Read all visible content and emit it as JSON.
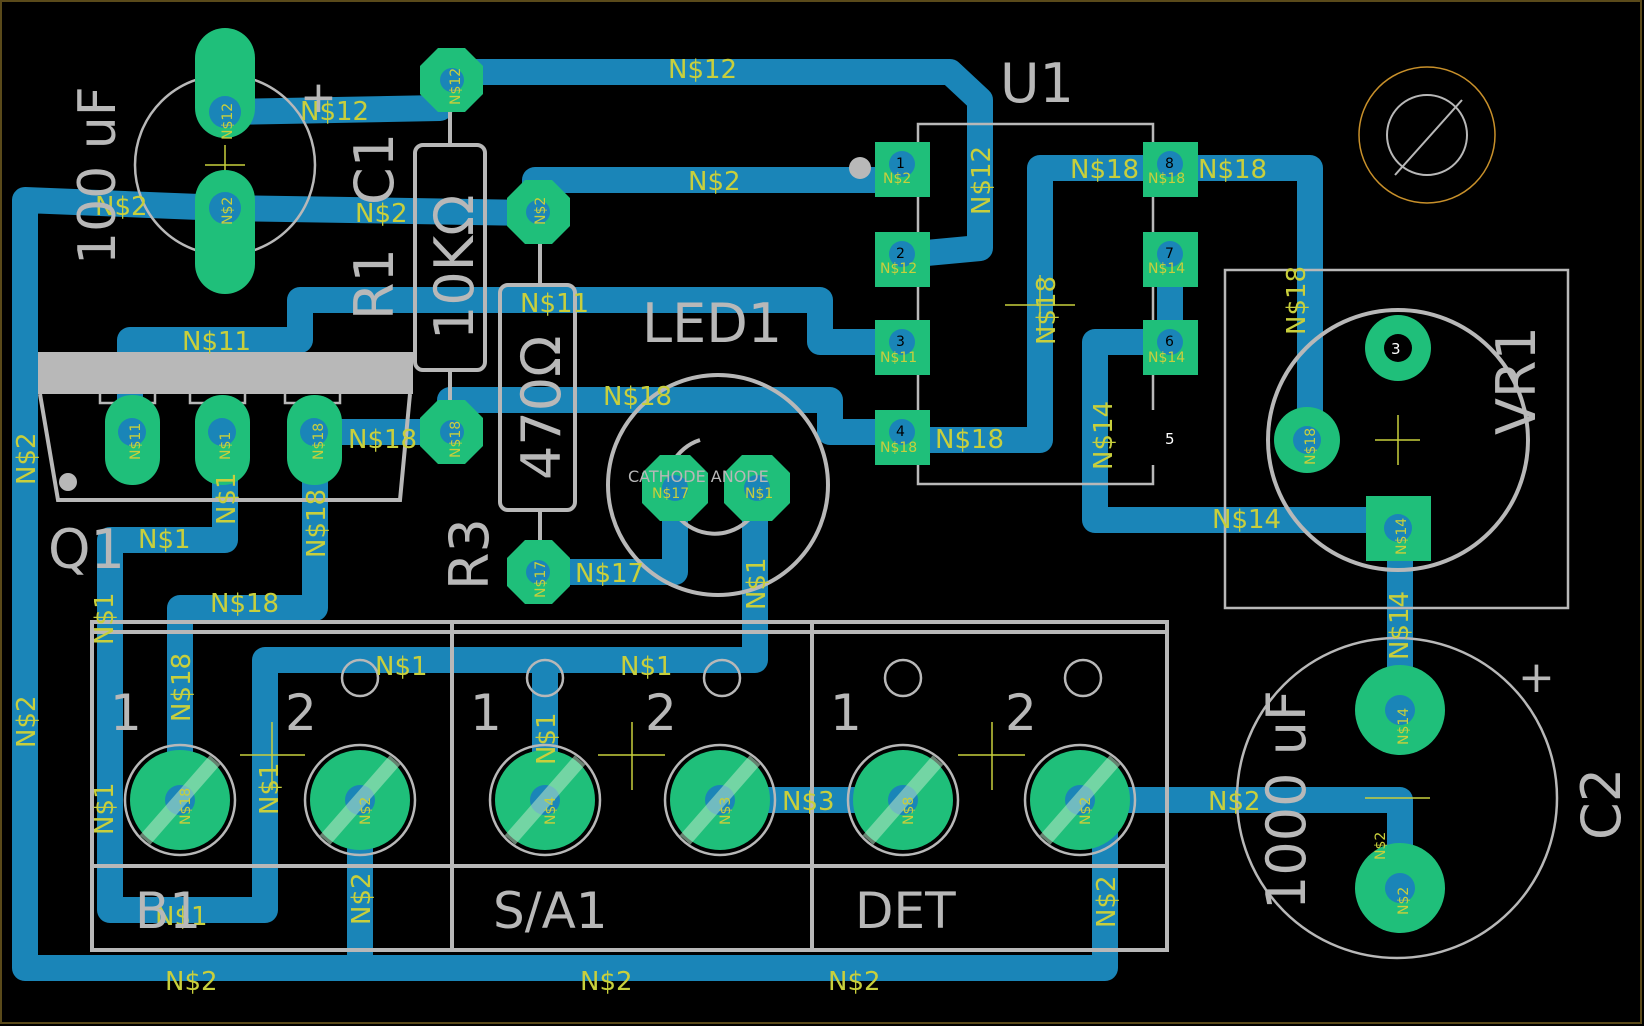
{
  "labels": {
    "c1_value": "100 uF",
    "c1_plus": "+",
    "c1_name": "C1",
    "r1_name": "R1",
    "r1_value": "10KΩ",
    "r3_value": "470Ω",
    "r3_name": "R3",
    "led_name": "LED1",
    "led_pins": "CATHODE ANODE",
    "u1_name": "U1",
    "q1_name": "Q1",
    "vr1_name": "VR1",
    "c2_value": "1000 uF",
    "c2_plus": "+",
    "c2_name": "C2",
    "conn_b1": "B1",
    "conn_sa1": "S/A1",
    "conn_det": "DET",
    "pin_1": "1",
    "pin_2": "2"
  },
  "nets": {
    "n12": "N$12",
    "n2": "N$2",
    "n11": "N$11",
    "n18": "N$18",
    "n1": "N$1",
    "n17": "N$17",
    "n14": "N$14",
    "n3": "N$3",
    "n4": "N$4",
    "n8": "N$8"
  },
  "pin_numbers": {
    "p1": "1",
    "p2": "2",
    "p3": "3",
    "p4": "4",
    "p5": "5",
    "p6": "6",
    "p7": "7",
    "p8": "8"
  },
  "colors": {
    "background": "#000000",
    "trace": "#1a85b8",
    "pad": "#1fbf7a",
    "silkscreen": "#b8b8b8",
    "net_label": "#c8cf3c"
  }
}
